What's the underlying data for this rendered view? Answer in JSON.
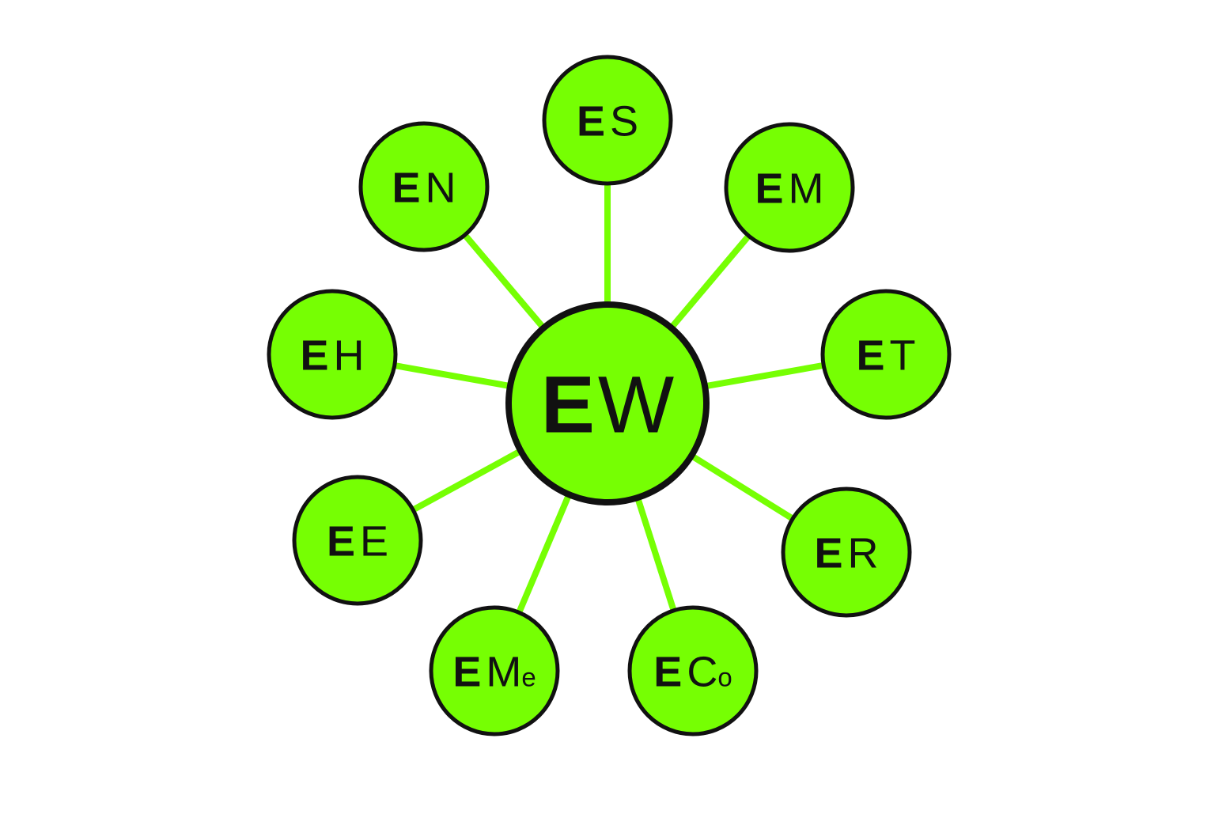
{
  "diagram": {
    "type": "hub-and-spoke",
    "colors": {
      "node_fill": "#76ff03",
      "node_stroke": "#111111",
      "connector": "#76ff03",
      "background": "#ffffff",
      "text": "#111111"
    },
    "hub": {
      "id": "EW",
      "label_prefix": "E",
      "label_rest": "W"
    },
    "satellites": [
      {
        "id": "ES",
        "label_prefix": "E",
        "label_rest": "S",
        "subscript": ""
      },
      {
        "id": "EM",
        "label_prefix": "E",
        "label_rest": "M",
        "subscript": ""
      },
      {
        "id": "ET",
        "label_prefix": "E",
        "label_rest": "T",
        "subscript": ""
      },
      {
        "id": "ER",
        "label_prefix": "E",
        "label_rest": "R",
        "subscript": ""
      },
      {
        "id": "ECo",
        "label_prefix": "E",
        "label_rest": "C",
        "subscript": "o"
      },
      {
        "id": "EMe",
        "label_prefix": "E",
        "label_rest": "M",
        "subscript": "e"
      },
      {
        "id": "EE",
        "label_prefix": "E",
        "label_rest": "E",
        "subscript": ""
      },
      {
        "id": "EH",
        "label_prefix": "E",
        "label_rest": "H",
        "subscript": ""
      },
      {
        "id": "EN",
        "label_prefix": "E",
        "label_rest": "N",
        "subscript": ""
      }
    ]
  }
}
